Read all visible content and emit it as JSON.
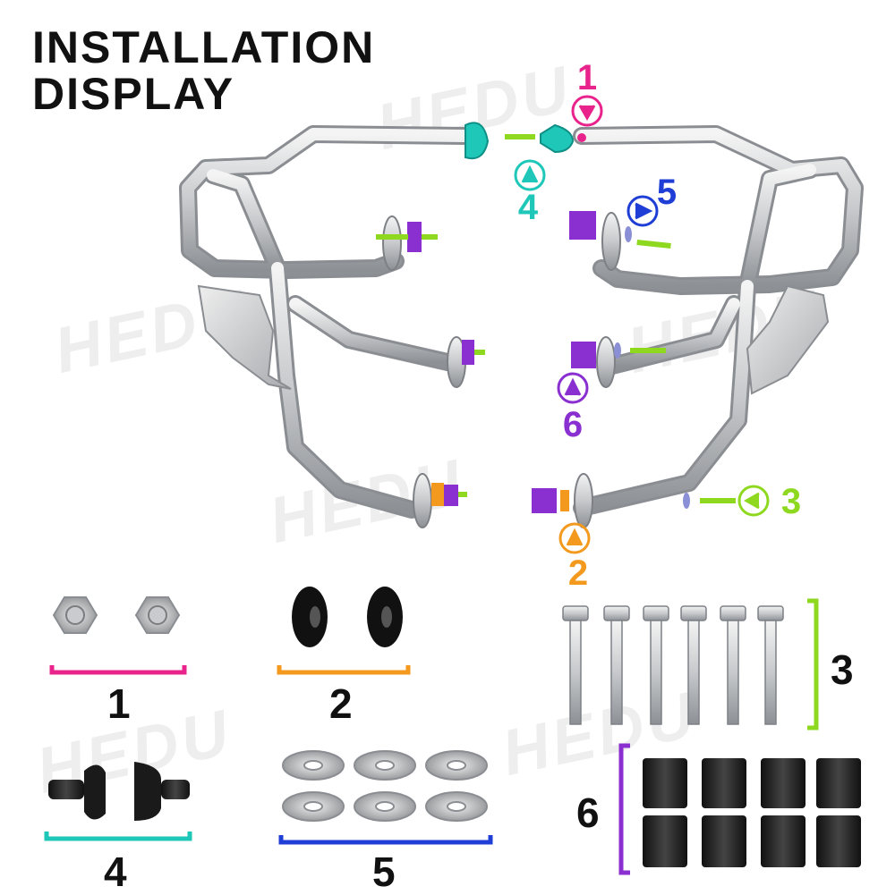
{
  "heading": {
    "line1": "INSTALLATION",
    "line2": "DISPLAY"
  },
  "watermark": "HEDU",
  "callouts": [
    {
      "num": "1",
      "color": "#e8248c"
    },
    {
      "num": "2",
      "color": "#f39a1e"
    },
    {
      "num": "3",
      "color": "#8ed81f"
    },
    {
      "num": "4",
      "color": "#1fc7b8"
    },
    {
      "num": "5",
      "color": "#1f3ed6"
    },
    {
      "num": "6",
      "color": "#8a2fd0"
    }
  ],
  "parts": [
    {
      "num": "1",
      "name": "flange-nut",
      "count": 2,
      "color": "#e8248c"
    },
    {
      "num": "2",
      "name": "spacer-ring",
      "count": 2,
      "color": "#f39a1e"
    },
    {
      "num": "3",
      "name": "bolt",
      "count": 6,
      "color": "#8ed81f"
    },
    {
      "num": "4",
      "name": "rubber-bumper",
      "count": 2,
      "color": "#1fc7b8"
    },
    {
      "num": "5",
      "name": "washer",
      "count": 6,
      "color": "#1f3ed6"
    },
    {
      "num": "6",
      "name": "sleeve",
      "count": 8,
      "color": "#8a2fd0"
    }
  ]
}
